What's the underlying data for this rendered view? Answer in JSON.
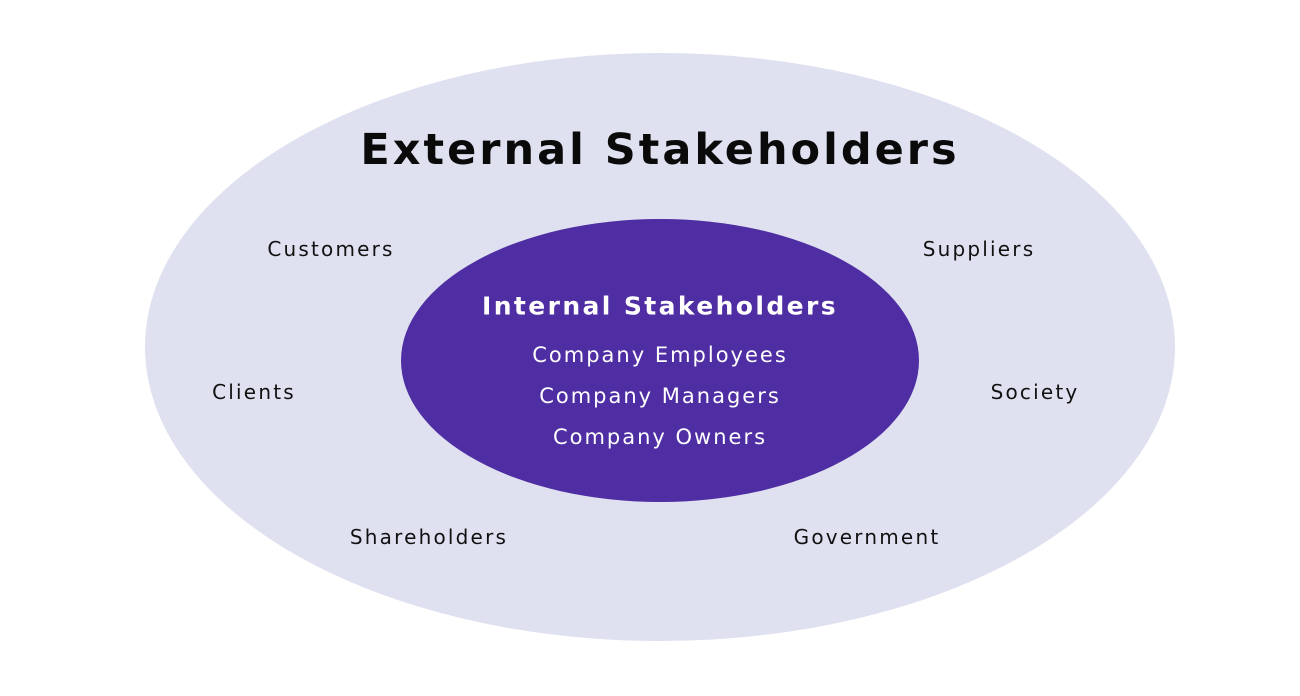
{
  "external": {
    "title": "External Stakeholders",
    "items": [
      "Customers",
      "Suppliers",
      "Clients",
      "Society",
      "Shareholders",
      "Government"
    ]
  },
  "internal": {
    "title": "Internal Stakeholders",
    "items": [
      "Company Employees",
      "Company Managers",
      "Company Owners"
    ]
  },
  "colors": {
    "outer": "#dfe1f0",
    "inner": "#4f2da3"
  }
}
